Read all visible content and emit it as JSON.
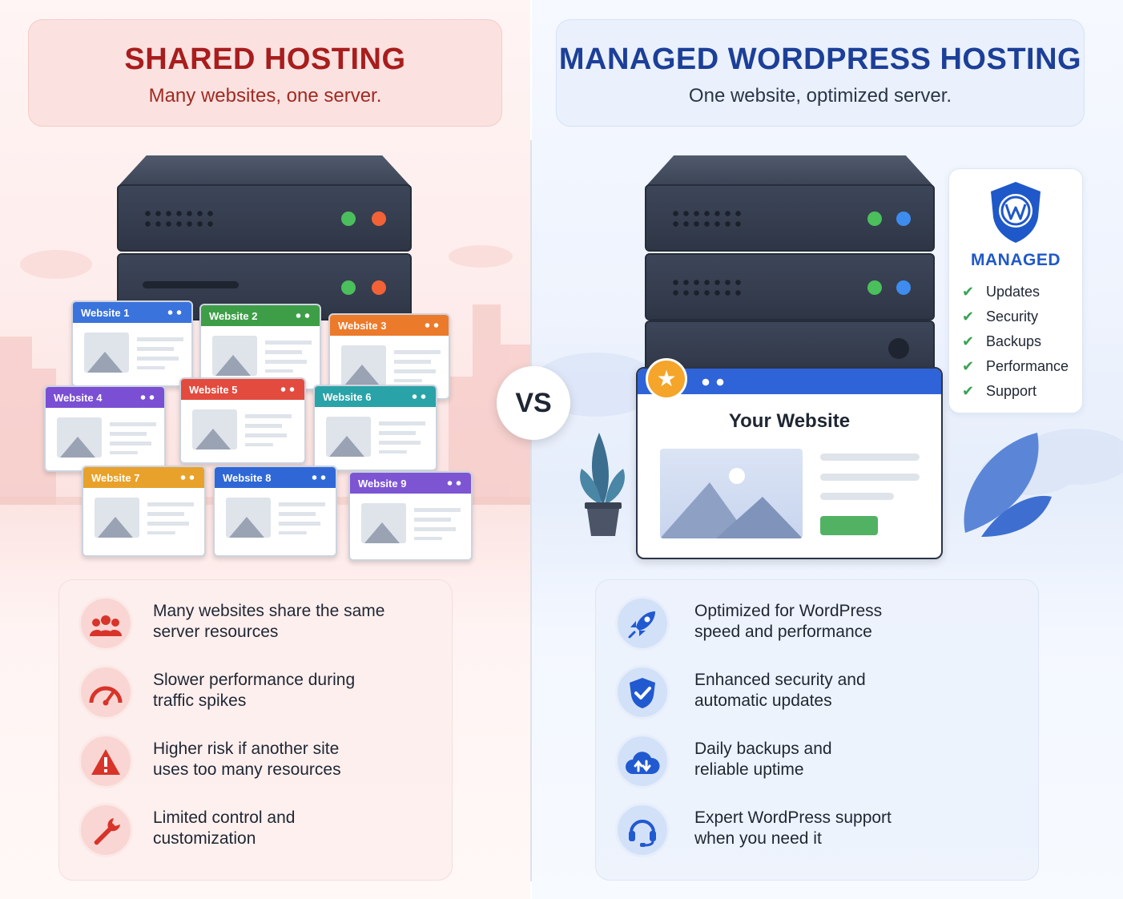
{
  "left": {
    "title": "SHARED HOSTING",
    "subtitle": "Many websites, one server.",
    "websites": [
      "Website 1",
      "Website 2",
      "Website 3",
      "Website 4",
      "Website 5",
      "Website 6",
      "Website 7",
      "Website 8",
      "Website 9"
    ],
    "features": [
      {
        "icon": "users-icon",
        "text": "Many websites share the same\nserver resources"
      },
      {
        "icon": "speedometer-icon",
        "text": "Slower performance during\ntraffic spikes"
      },
      {
        "icon": "warning-icon",
        "text": "Higher risk if another site\nuses too many resources"
      },
      {
        "icon": "wrench-icon",
        "text": "Limited control and\ncustomization"
      }
    ]
  },
  "vs_label": "VS",
  "right": {
    "title": "MANAGED WORDPRESS HOSTING",
    "subtitle": "One website, optimized server.",
    "website_title": "Your Website",
    "managed": {
      "label": "MANAGED",
      "items": [
        "Updates",
        "Security",
        "Backups",
        "Performance",
        "Support"
      ]
    },
    "features": [
      {
        "icon": "rocket-icon",
        "text": "Optimized for WordPress\nspeed and performance"
      },
      {
        "icon": "shield-check-icon",
        "text": "Enhanced security and\nautomatic updates"
      },
      {
        "icon": "cloud-sync-icon",
        "text": "Daily backups and\nreliable uptime"
      },
      {
        "icon": "headset-icon",
        "text": "Expert WordPress support\nwhen you need it"
      }
    ]
  },
  "colors": {
    "shared_title": "#a81d1d",
    "managed_title": "#1c3f98",
    "website_bars": [
      "#3a73dc",
      "#3e9e48",
      "#ec7a2b",
      "#7a4fd3",
      "#e24b3e",
      "#2aa3a8",
      "#e8a22b",
      "#2f68d6",
      "#7d55d3"
    ]
  }
}
